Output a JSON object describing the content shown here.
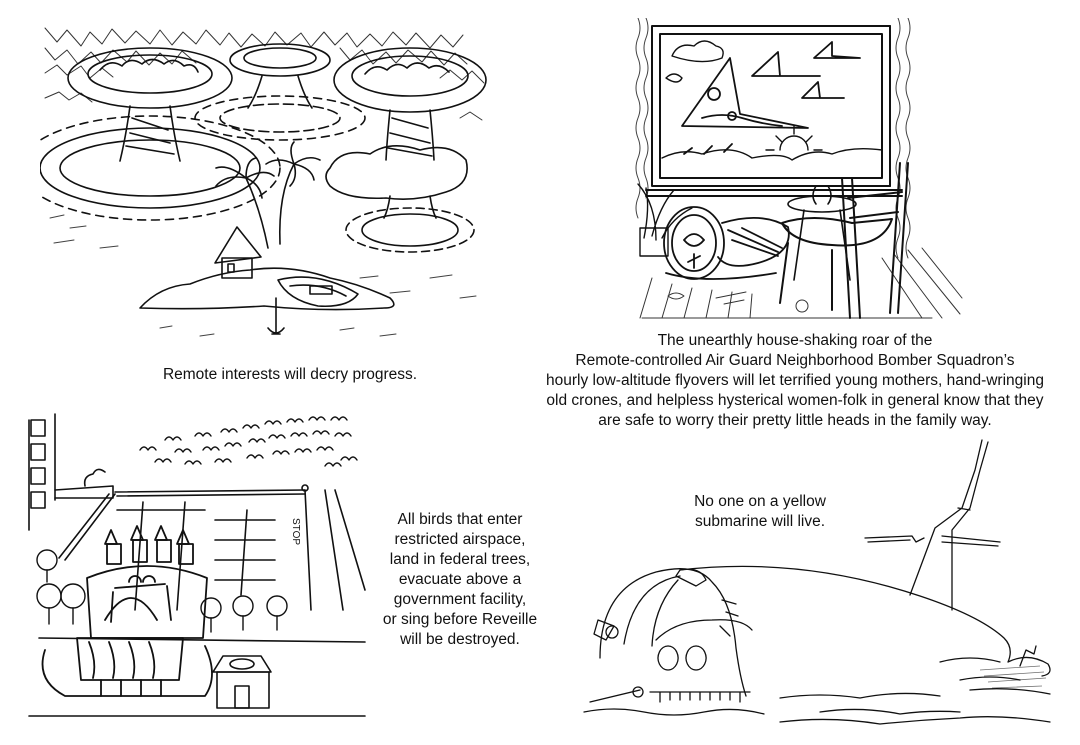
{
  "page": {
    "background": "#ffffff",
    "ink_color": "#111111"
  },
  "panels": [
    {
      "id": "mushroom-clouds",
      "illustration": "pen-and-ink drawing of three mushroom clouds rising from the sea around a tiny palm-tree island with a thatched hut and a rowboat at anchor",
      "caption": {
        "lines": [
          "Remote interests will decry progress."
        ]
      }
    },
    {
      "id": "bomber-window",
      "illustration": "pen-and-ink drawing of a living room window showing triangular bomber jets flying over hills and a rising sun, with an upholstered armchair, a potted plant, a side table and a wooden chair on a striped floor",
      "caption": {
        "lines": [
          "The unearthly house-shaking roar of the",
          "Remote-controlled Air Guard Neighborhood Bomber Squadron’s",
          "hourly low-altitude flyovers will let terrified young mothers, hand-wringing",
          "old crones, and helpless hysterical women-folk in general know that they",
          "are safe to worry their pretty little heads in the family way."
        ]
      }
    },
    {
      "id": "government-facility",
      "illustration": "pen-and-ink drawing of a flock of birds over a government building with turrets and an arched roof, a parking lot, trees and a small pavilion",
      "sign_text": "STOP",
      "caption": {
        "lines": [
          "All birds that enter",
          "restricted airspace,",
          "land in federal trees,",
          "evacuate above a",
          "government facility,",
          "or sing before Reveille",
          "will be destroyed."
        ]
      }
    },
    {
      "id": "submarine",
      "illustration": "line drawing of a submarine surfacing from the water with a periscope tower and a caged bow",
      "caption": {
        "lines": [
          "No one on a yellow",
          "submarine will live."
        ]
      }
    }
  ]
}
